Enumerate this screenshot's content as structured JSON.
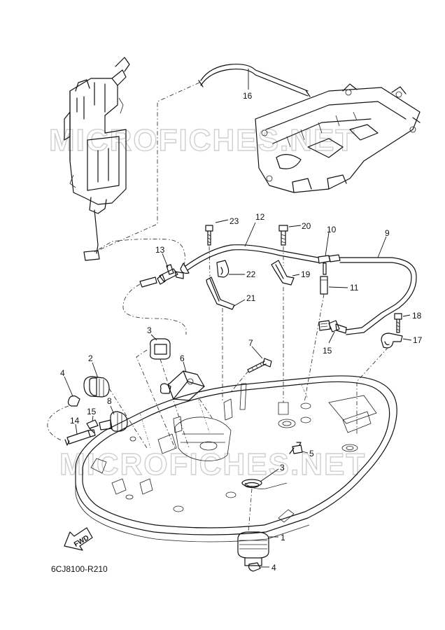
{
  "diagram_code": "6CJ8100-R210",
  "fwd_label": "FWD",
  "watermarks": [
    "MICROFICHES.NET",
    "MICROFICHES.NET"
  ],
  "callouts": [
    {
      "id": "16"
    },
    {
      "id": "23"
    },
    {
      "id": "12"
    },
    {
      "id": "20"
    },
    {
      "id": "10"
    },
    {
      "id": "9"
    },
    {
      "id": "13"
    },
    {
      "id": "22"
    },
    {
      "id": "19"
    },
    {
      "id": "11"
    },
    {
      "id": "21"
    },
    {
      "id": "18"
    },
    {
      "id": "17"
    },
    {
      "id": "15"
    },
    {
      "id": "3"
    },
    {
      "id": "7"
    },
    {
      "id": "2"
    },
    {
      "id": "6"
    },
    {
      "id": "4"
    },
    {
      "id": "8"
    },
    {
      "id": "15"
    },
    {
      "id": "14"
    },
    {
      "id": "5"
    },
    {
      "id": "3"
    },
    {
      "id": "1"
    },
    {
      "id": "4"
    }
  ]
}
